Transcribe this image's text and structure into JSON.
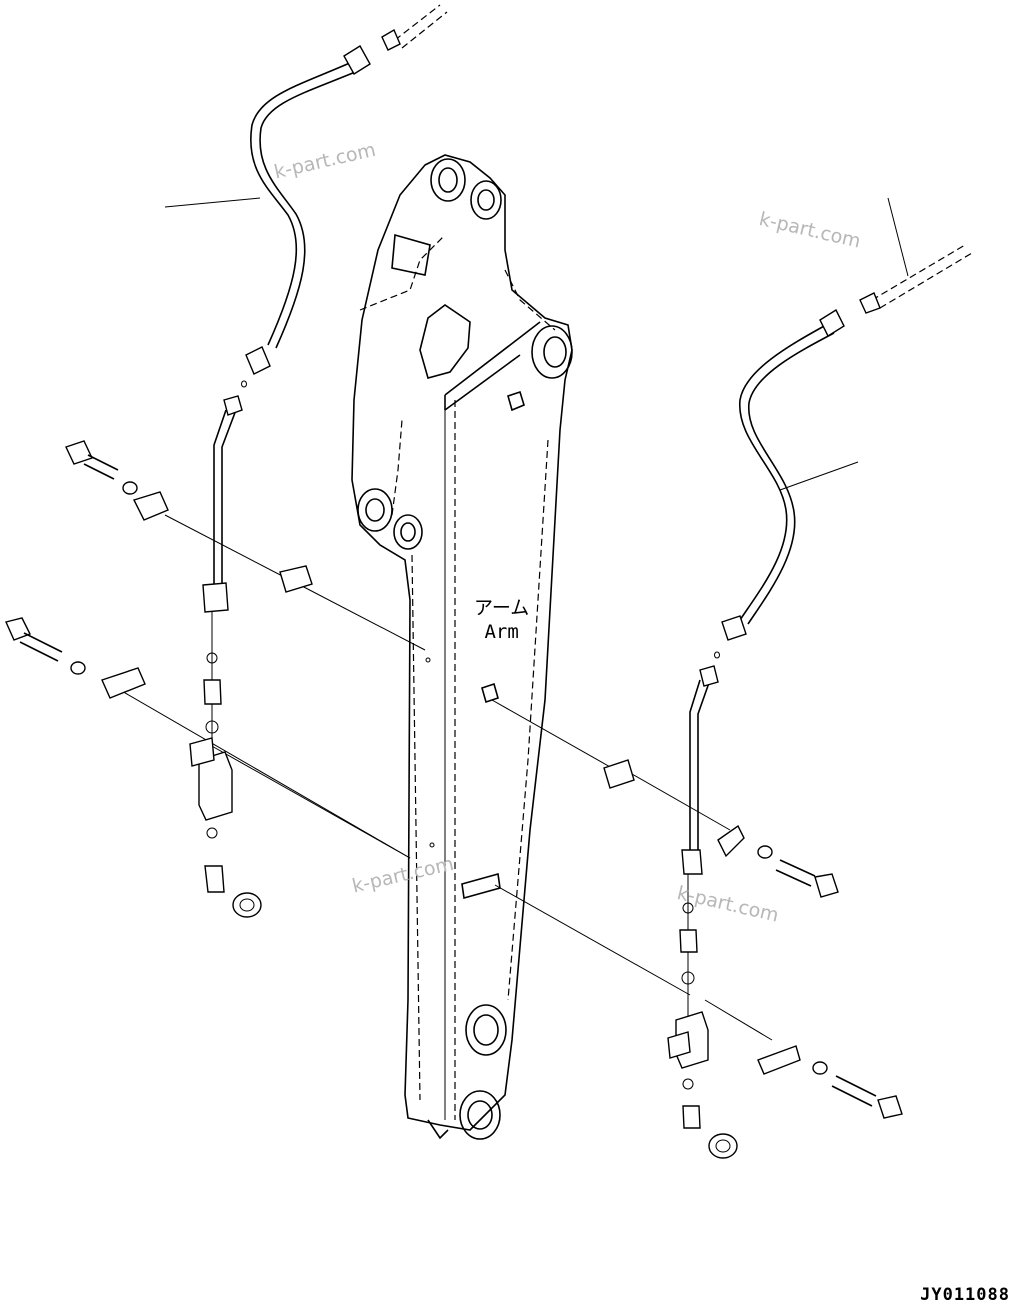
{
  "diagram": {
    "component_label_jp": "アーム",
    "component_label_en": "Arm",
    "drawing_code": "JY011088"
  },
  "watermarks": [
    "k-part.com",
    "k-part.com",
    "k-part.com",
    "k-part.com"
  ]
}
